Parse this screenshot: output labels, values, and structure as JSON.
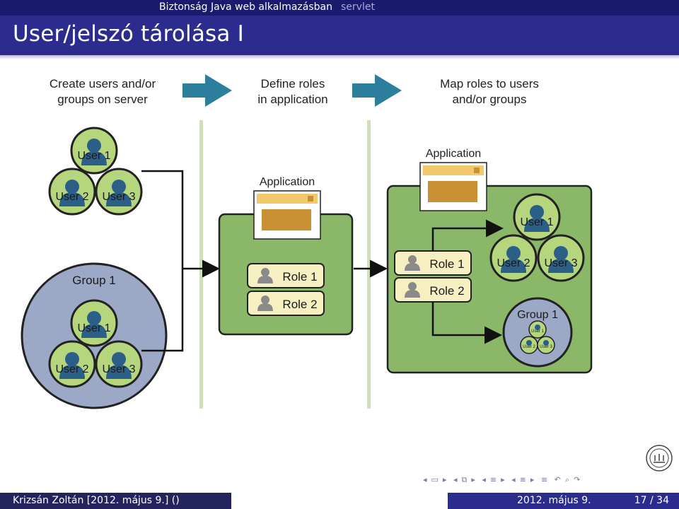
{
  "header": {
    "section_left": "Biztonság Java web alkalmazásban",
    "section_right": "servlet",
    "title": "User/jelszó tárolása I"
  },
  "diagram": {
    "steps": [
      [
        "Create users and/or",
        "groups on server"
      ],
      [
        "Define roles",
        "in application"
      ],
      [
        "Map roles to users",
        "and/or groups"
      ]
    ],
    "application_label": "Application",
    "users": [
      "User 1",
      "User 2",
      "User 3"
    ],
    "group_label": "Group 1",
    "roles": [
      "Role 1",
      "Role 2"
    ],
    "colors": {
      "user_circle": "#b6d67e",
      "group_circle": "#9ba8c6",
      "app_box": "#8bb868",
      "role_box": "#f6efc2",
      "arrow": "#2b7e9c",
      "person": "#2b5f88"
    }
  },
  "nav": {
    "icons": [
      "nav-left-icon",
      "frame-icon",
      "nav-right-icon",
      "nav-left-icon",
      "section-icon",
      "nav-right-icon",
      "nav-left-icon",
      "subsection-icon",
      "nav-right-icon",
      "nav-left-icon",
      "subsubsection-icon",
      "nav-right-icon",
      "align-icon",
      "search-back-icon",
      "search-icon",
      "search-forward-icon"
    ]
  },
  "footer": {
    "author": "Krizsán Zoltán  [2012. május 9.]  ()",
    "date": "2012. május 9.",
    "page": "17 / 34"
  }
}
